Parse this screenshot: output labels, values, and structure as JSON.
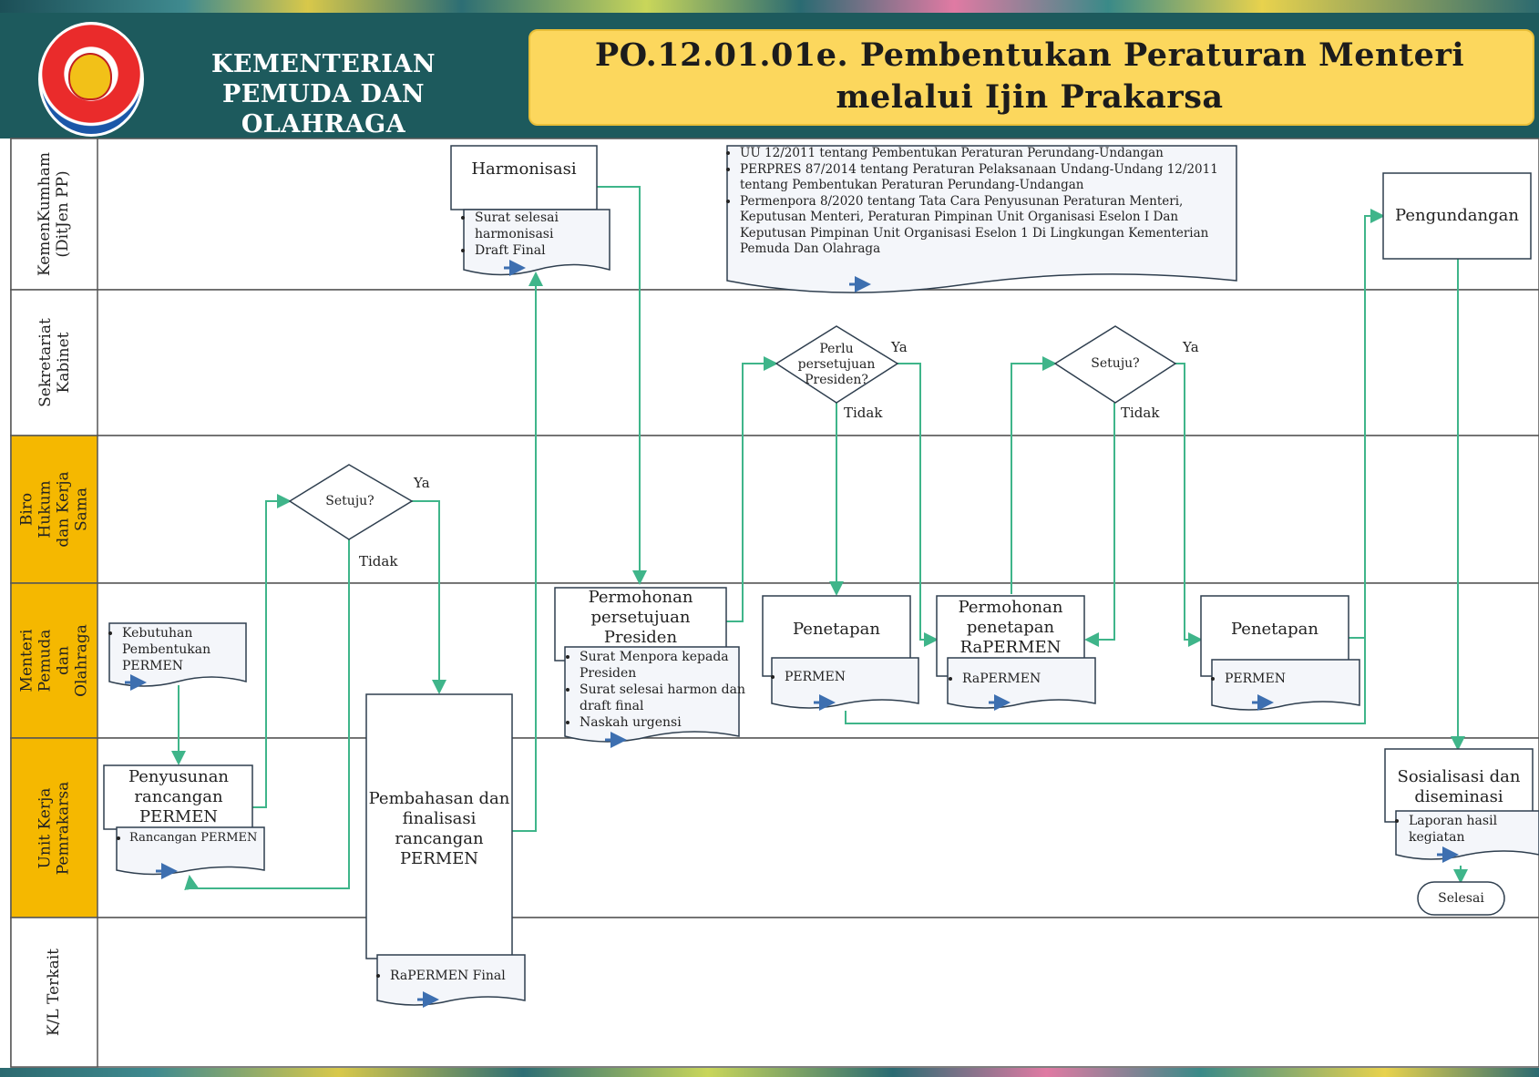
{
  "header": {
    "org_name": "KEMENTERIAN PEMUDA DAN OLAHRAGA",
    "title": "PO.12.01.01e. Pembentukan Peraturan Menteri melalui Ijin Prakarsa"
  },
  "lanes": [
    {
      "label": "KemenKumham (DitJen PP)"
    },
    {
      "label": "Sekretariat Kabinet"
    },
    {
      "label": "Biro Hukum dan Kerja Sama"
    },
    {
      "label": "Menteri Pemuda dan Olahraga"
    },
    {
      "label": "Unit Kerja Pemrakarsa"
    },
    {
      "label": "K/L Terkait"
    }
  ],
  "processes": {
    "harmonisasi": "Harmonisasi",
    "pengundangan": "Pengundangan",
    "permohonan_persetujuan": "Permohonan persetujuan Presiden",
    "penetapan_1": "Penetapan",
    "permohonan_penetapan": "Permohonan penetapan RaPERMEN",
    "penetapan_2": "Penetapan",
    "penyusunan": "Penyusunan rancangan PERMEN",
    "pembahasan": "Pembahasan dan finalisasi rancangan PERMEN",
    "sosialisasi": "Sosialisasi dan diseminasi",
    "selesai": "Selesai"
  },
  "decisions": {
    "perlu_persetujuan": "Perlu persetujuan Presiden?",
    "setuju_setkab": "Setuju?",
    "setuju_biro": "Setuju?"
  },
  "edge_labels": {
    "ya": "Ya",
    "tidak": "Tidak",
    "tidak_setkab": "Tidak"
  },
  "documents": {
    "harmonisasi_docs": [
      "Surat selesai harmonisasi",
      "Draft Final"
    ],
    "legal_basis": [
      "UU 12/2011 tentang Pembentukan Peraturan Perundang-Undangan",
      "PERPRES 87/2014 tentang Peraturan Pelaksanaan Undang-Undang 12/2011 tentang Pembentukan Peraturan Perundang-Undangan",
      "Permenpora 8/2020 tentang Tata Cara Penyusunan Peraturan Menteri, Keputusan Menteri, Peraturan Pimpinan Unit Organisasi Eselon I Dan Keputusan Pimpinan Unit Organisasi Eselon 1 Di Lingkungan Kementerian Pemuda Dan Olahraga"
    ],
    "kebutuhan": [
      "Kebutuhan Pembentukan PERMEN"
    ],
    "permohonan_docs": [
      "Surat Menpora kepada Presiden",
      "Surat selesai harmon dan draft final",
      "Naskah urgensi"
    ],
    "penetapan_1_docs": [
      "PERMEN"
    ],
    "permohonan_penetapan_docs": [
      "RaPERMEN"
    ],
    "penetapan_2_docs": [
      "PERMEN"
    ],
    "rancangan_docs": [
      "Rancangan PERMEN"
    ],
    "rapermen_final": [
      "RaPERMEN Final"
    ],
    "laporan": [
      "Laporan hasil kegiatan"
    ]
  },
  "colors": {
    "header_bg": "#1d5a5d",
    "title_bg": "#fcd75d",
    "lane_highlight": "#f5b800",
    "connector": "#3fb58a"
  }
}
